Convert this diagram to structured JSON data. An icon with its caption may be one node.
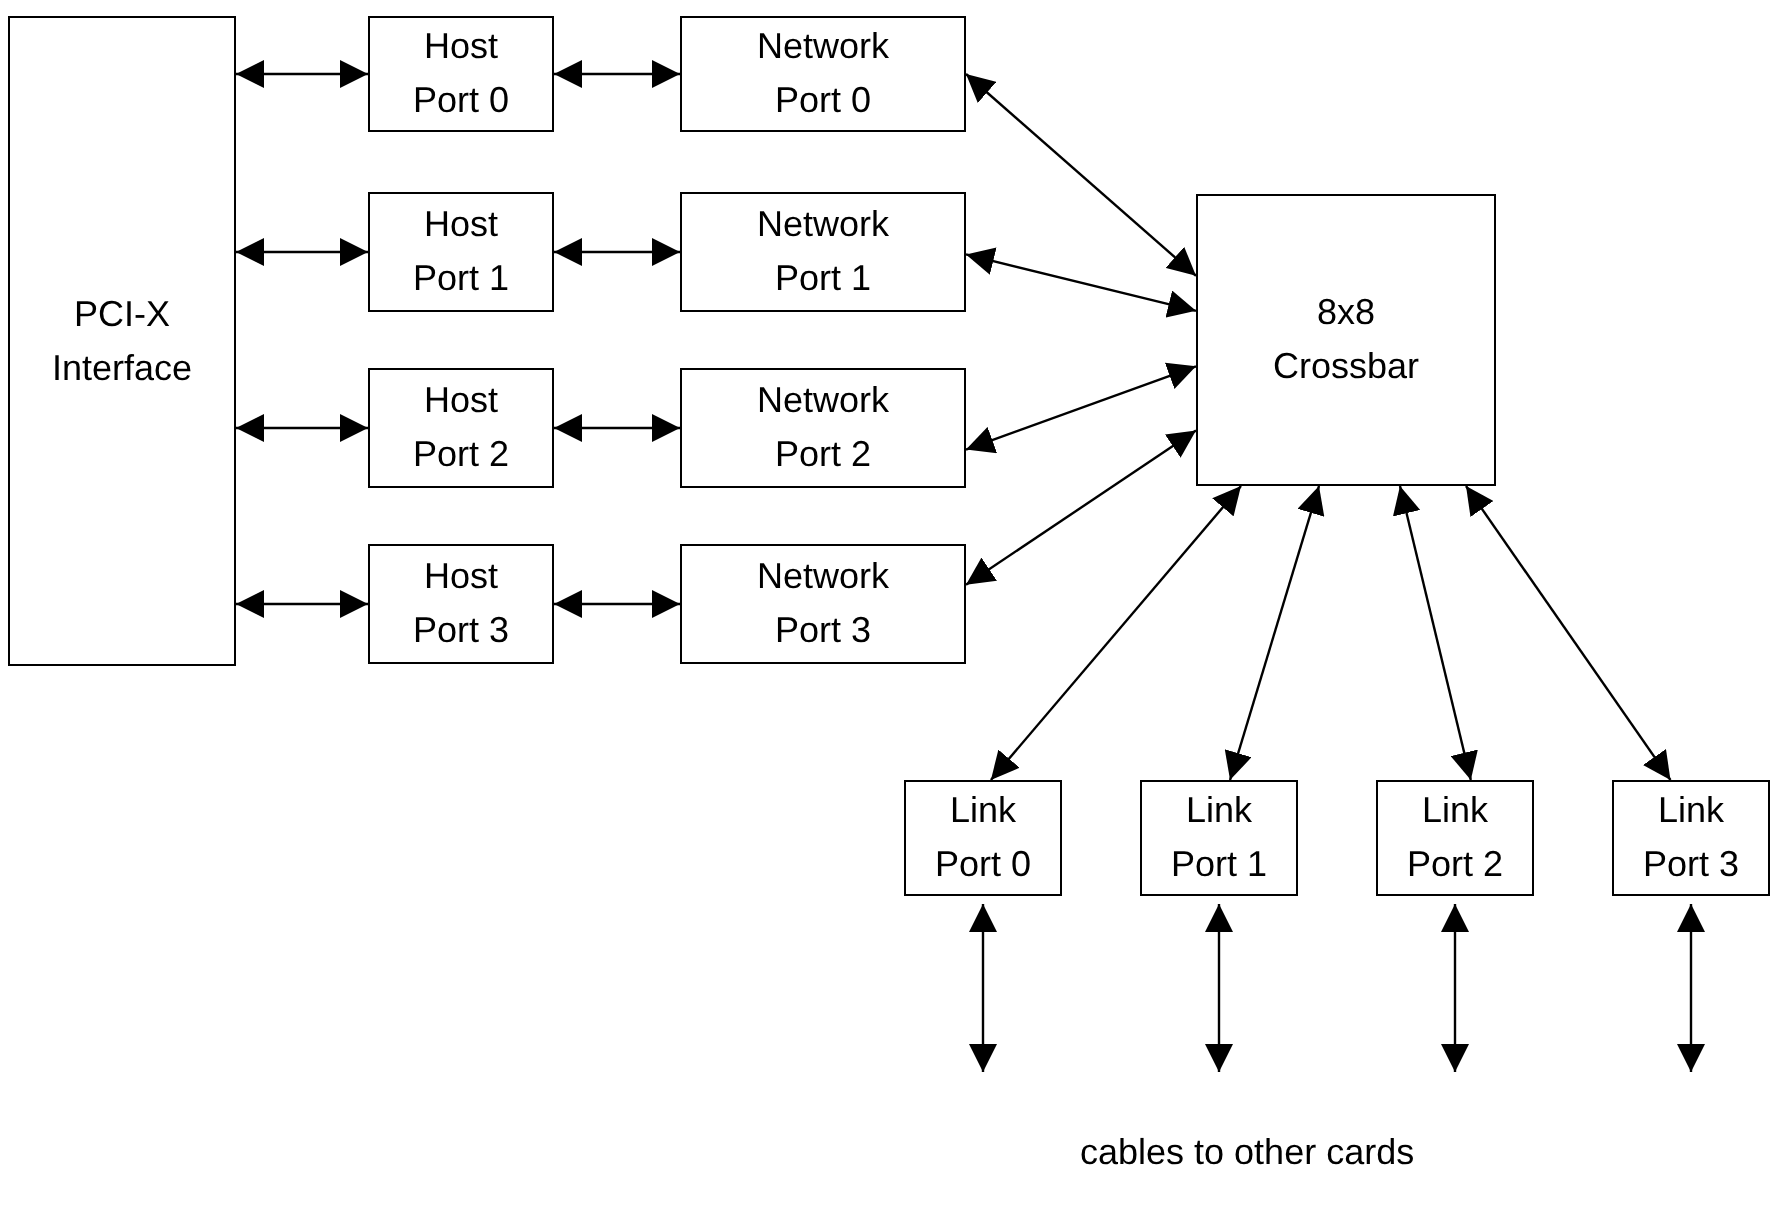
{
  "diagram": {
    "nodes": [
      {
        "text": [
          "PCI-X Interface"
        ]
      },
      {
        "text": [
          "Host Port 0"
        ]
      },
      {
        "text": [
          "Network Port 0"
        ]
      },
      {
        "text": [
          "Host Port 1"
        ]
      },
      {
        "text": [
          "Network Port 1"
        ]
      },
      {
        "text": [
          "Host Port 2"
        ]
      },
      {
        "text": [
          "Network Port 2"
        ]
      },
      {
        "text": [
          "Host Port 3"
        ]
      },
      {
        "text": [
          "Network Port 3"
        ]
      },
      {
        "text": [
          "8x8 Crossbar"
        ]
      },
      {
        "text": [
          "Link Port 0"
        ]
      },
      {
        "text": [
          "Link Port 1"
        ]
      },
      {
        "text": [
          "Link Port 2"
        ]
      },
      {
        "text": [
          "Link Port 3"
        ]
      }
    ],
    "edges": [
      {
        "from": 0,
        "to": 1,
        "arrow": "both"
      },
      {
        "from": 0,
        "to": 3,
        "arrow": "both"
      },
      {
        "from": 0,
        "to": 5,
        "arrow": "both"
      },
      {
        "from": 0,
        "to": 7,
        "arrow": "both"
      },
      {
        "from": 1,
        "to": 2,
        "arrow": "both"
      },
      {
        "from": 3,
        "to": 4,
        "arrow": "both"
      },
      {
        "from": 5,
        "to": 6,
        "arrow": "both"
      },
      {
        "from": 7,
        "to": 8,
        "arrow": "both"
      },
      {
        "from": 2,
        "to": 9,
        "arrow": "both"
      },
      {
        "from": 4,
        "to": 9,
        "arrow": "both"
      },
      {
        "from": 6,
        "to": 9,
        "arrow": "both"
      },
      {
        "from": 8,
        "to": 9,
        "arrow": "both"
      },
      {
        "from": 9,
        "to": 10,
        "arrow": "both"
      },
      {
        "from": 9,
        "to": 11,
        "arrow": "both"
      },
      {
        "from": 9,
        "to": 12,
        "arrow": "both"
      },
      {
        "from": 9,
        "to": 13,
        "arrow": "both"
      },
      {
        "from": 10,
        "to": null,
        "arrow": "both"
      },
      {
        "from": 11,
        "to": null,
        "arrow": "both"
      },
      {
        "from": 12,
        "to": null,
        "arrow": "both"
      },
      {
        "from": 13,
        "to": null,
        "arrow": "both"
      }
    ],
    "labels": [
      "cables to other cards"
    ]
  }
}
